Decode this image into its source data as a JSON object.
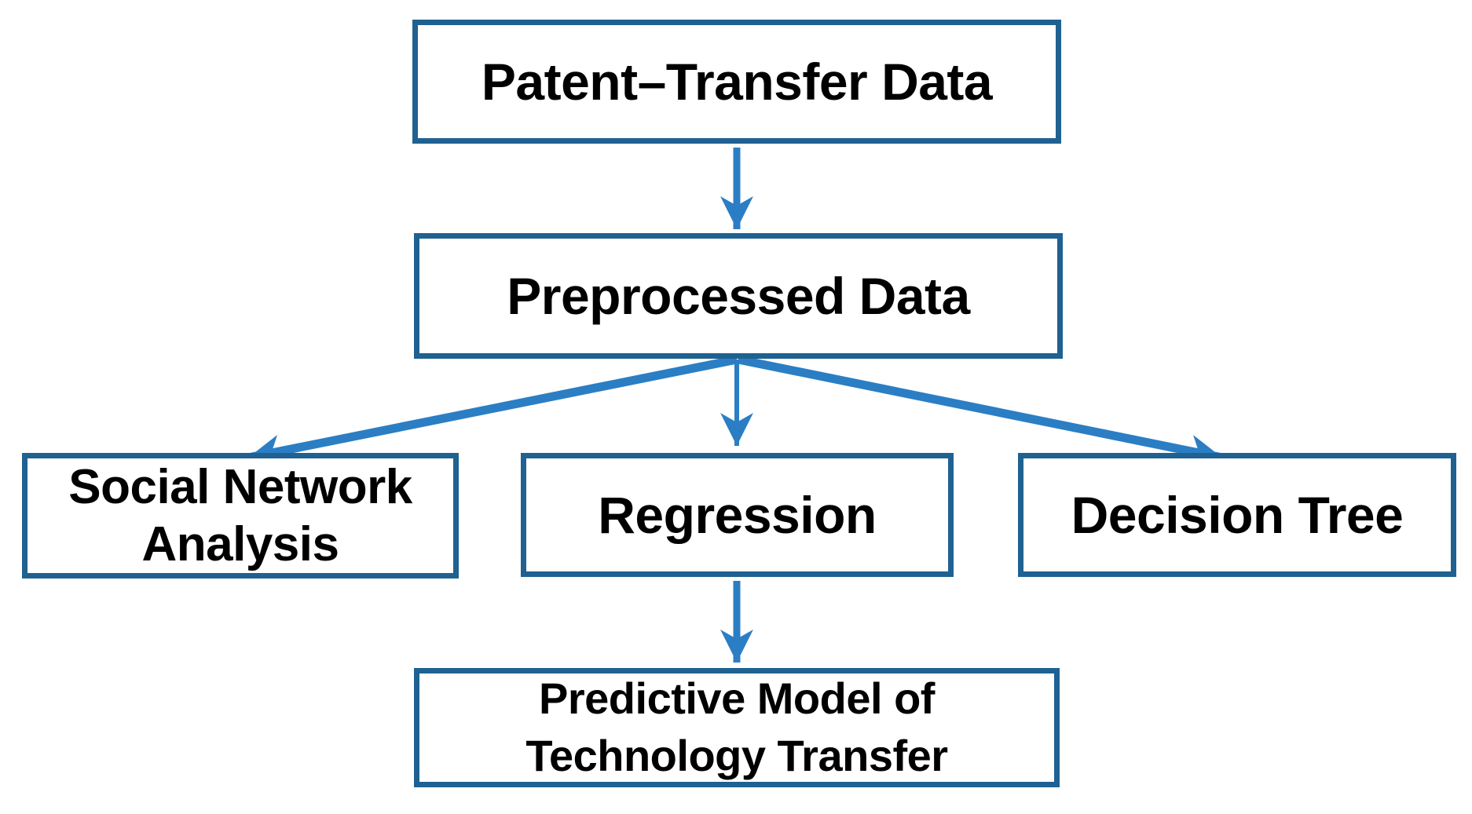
{
  "diagram": {
    "background": "#ffffff",
    "colors": {
      "box_border": "#1f6191",
      "arrow": "#2b7ec3",
      "text": "#000000",
      "background": "#ffffff"
    },
    "nodes": [
      {
        "id": "patent",
        "label": "Patent–Transfer Data"
      },
      {
        "id": "preprocessed",
        "label": "Preprocessed Data"
      },
      {
        "id": "sna",
        "label": "Social Network\nAnalysis"
      },
      {
        "id": "regression",
        "label": "Regression"
      },
      {
        "id": "decision",
        "label": "Decision Tree"
      },
      {
        "id": "predictive",
        "label": "Predictive Model of\nTechnology Transfer"
      }
    ],
    "edges": [
      {
        "from": "Patent–Transfer Data",
        "to": "Preprocessed Data"
      },
      {
        "from": "Preprocessed Data",
        "to": "Social Network Analysis"
      },
      {
        "from": "Preprocessed Data",
        "to": "Regression"
      },
      {
        "from": "Preprocessed Data",
        "to": "Decision Tree"
      },
      {
        "from": "Regression",
        "to": "Predictive Model of Technology Transfer"
      }
    ]
  }
}
